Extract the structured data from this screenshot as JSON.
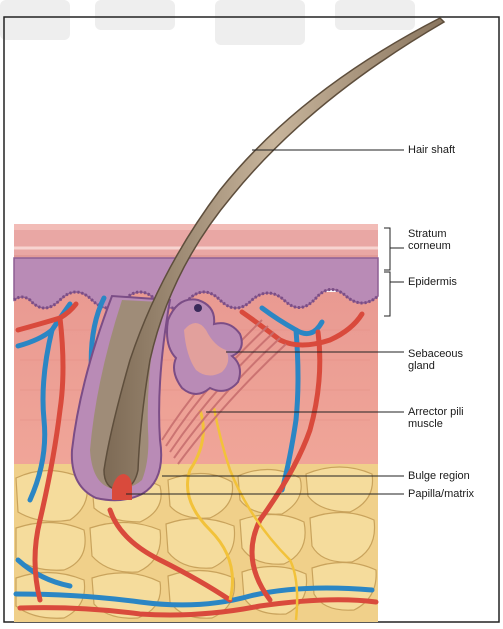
{
  "labels": {
    "hair_shaft": "Hair shaft",
    "stratum_corneum": "Stratum corneum",
    "stratum_line1": "Stratum",
    "stratum_line2": "corneum",
    "epidermis": "Epidermis",
    "sebaceous_line1": "Sebaceous",
    "sebaceous_line2": "gland",
    "arrector_line1": "Arrector pili",
    "arrector_line2": "muscle",
    "bulge": "Bulge region",
    "papilla": "Papilla/matrix"
  }
}
